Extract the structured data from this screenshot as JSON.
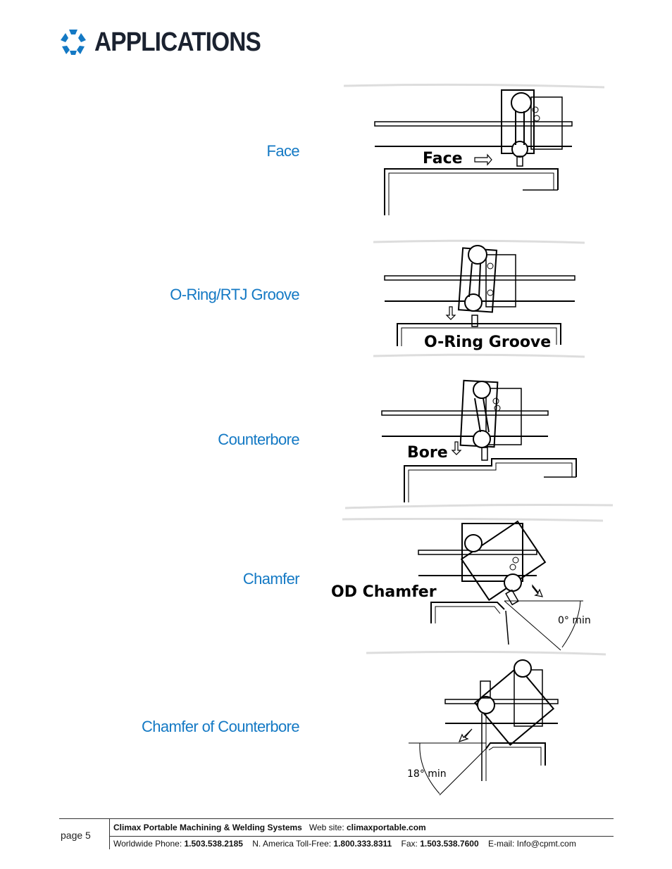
{
  "header": {
    "title": "APPLICATIONS",
    "logo_icon": "climax-star-logo",
    "logo_color": "#1479c4"
  },
  "applications": [
    {
      "label": "Face",
      "diagram_caption": "Face"
    },
    {
      "label": "O-Ring/RTJ Groove",
      "diagram_caption": "O-Ring Groove"
    },
    {
      "label": "Counterbore",
      "diagram_caption": "Bore"
    },
    {
      "label": "Chamfer",
      "diagram_caption": "OD Chamfer",
      "diagram_note": "0° min"
    },
    {
      "label": "Chamfer of Counterbore",
      "diagram_note": "18° min"
    }
  ],
  "footer": {
    "page": "page 5",
    "company": "Climax Portable Machining & Welding Systems",
    "website_label": "Web site:",
    "website": "climaxportable.com",
    "phone_label": "Worldwide Phone:",
    "phone": "1.503.538.2185",
    "tollfree_label": "N. America Toll-Free:",
    "tollfree": "1.800.333.8311",
    "fax_label": "Fax:",
    "fax": "1.503.538.7600",
    "email_label": "E-mail:",
    "email": "Info@cpmt.com"
  },
  "colors": {
    "label_blue": "#1479c4",
    "title": "#1b2230"
  }
}
